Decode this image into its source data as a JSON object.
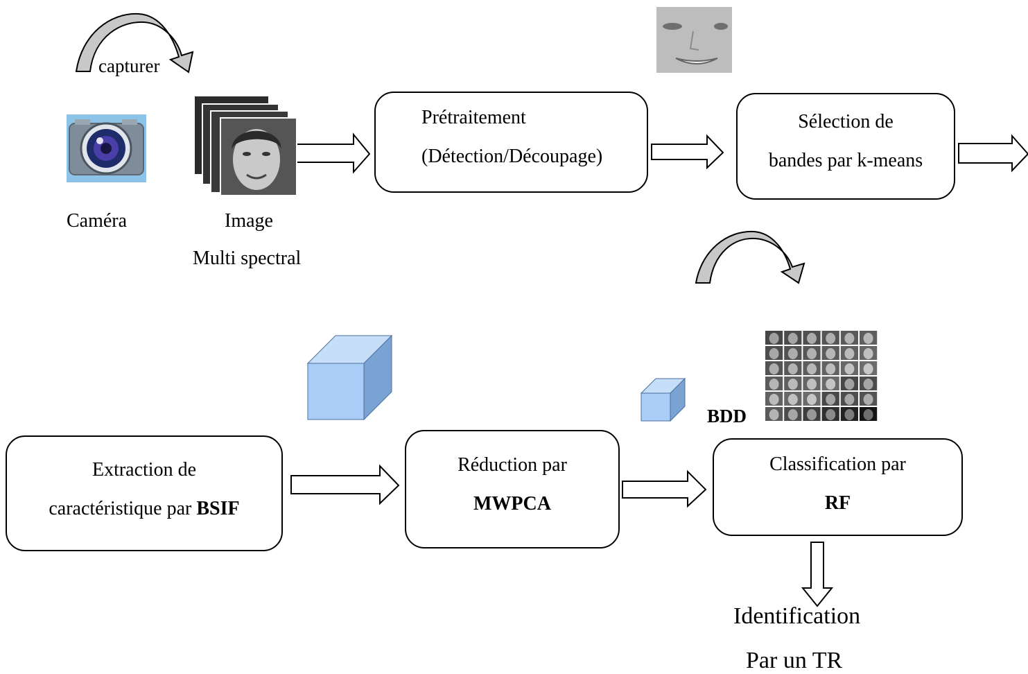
{
  "capture_label": "capturer",
  "camera_label": "Caméra",
  "image_label": [
    "Image",
    "Multi spectral"
  ],
  "steps": {
    "preprocessing": [
      "Prétraitement",
      "(Détection/Découpage)"
    ],
    "band_selection": [
      "Sélection de",
      "bandes par k-means"
    ],
    "feature_extraction": {
      "line1": "Extraction de",
      "line2_prefix": "caractéristique par ",
      "line2_bold": "BSIF"
    },
    "reduction": [
      "Réduction par",
      "MWPCA"
    ],
    "classification": [
      "Classification par",
      "RF"
    ]
  },
  "database_label": "BDD",
  "output": [
    "Identification",
    "Par un TR"
  ],
  "colors": {
    "cube_front": "#a9cdf7",
    "cube_top": "#c7def9",
    "cube_side": "#7aa3d4",
    "curved_arrow_fill": "#c8c8c8"
  },
  "icons": [
    "camera-icon",
    "face-image-stack",
    "cropped-face",
    "face-grid-thumbnails",
    "cube-icon"
  ]
}
